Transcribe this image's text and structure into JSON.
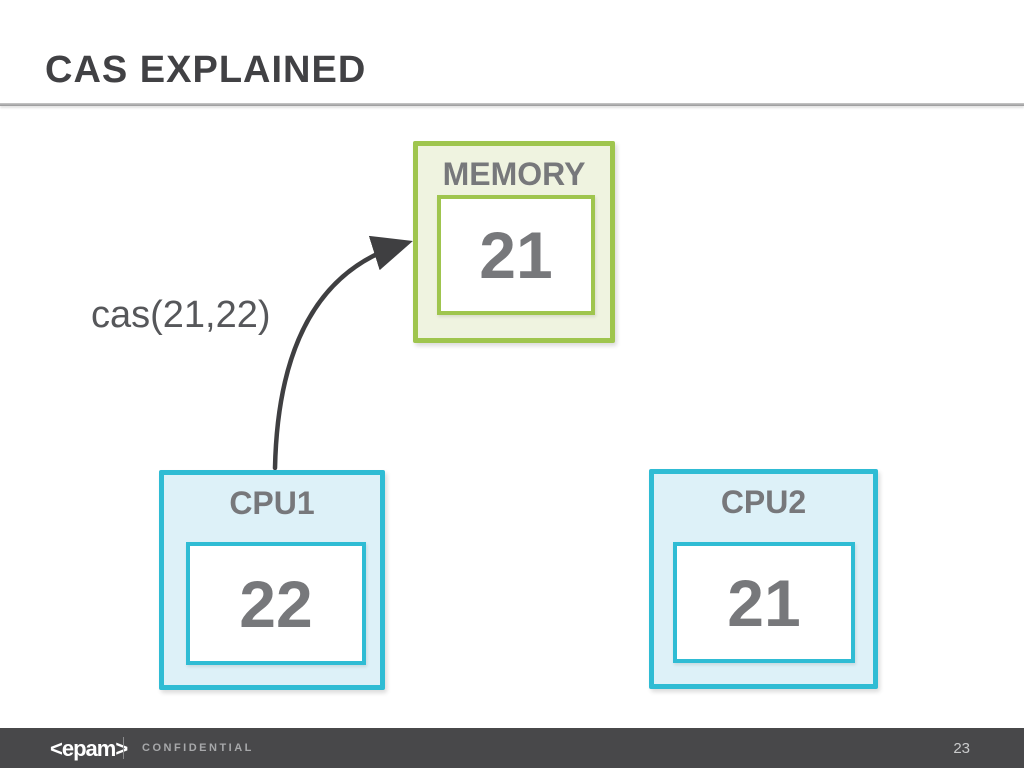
{
  "slide": {
    "title": "CAS EXPLAINED",
    "page_number": "23"
  },
  "diagram": {
    "cas_call_label": "cas(21,22)",
    "memory": {
      "label": "MEMORY",
      "value": "21"
    },
    "cpu1": {
      "label": "CPU1",
      "value": "22"
    },
    "cpu2": {
      "label": "CPU2",
      "value": "21"
    },
    "arrow": {
      "from": "CPU1",
      "to": "MEMORY"
    }
  },
  "footer": {
    "logo_text": "<epam>",
    "confidential_label": "CONFIDENTIAL"
  },
  "colors": {
    "memory_border": "#9FC54E",
    "memory_fill": "#EFF3E0",
    "cpu_border": "#2FBCD4",
    "cpu_fill": "#DDF1F8",
    "value_text": "#77787B",
    "title_text": "#414144",
    "cas_label_text": "#56575A",
    "arrow": "#3F3F41",
    "footer_bg": "#48484A"
  }
}
